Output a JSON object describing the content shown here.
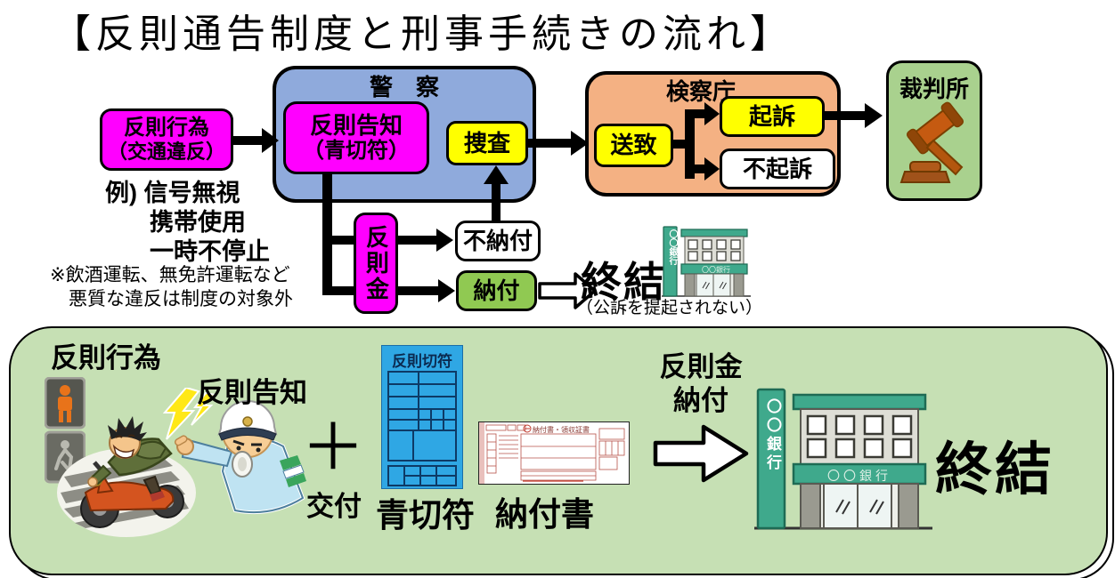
{
  "title": "【反則通告制度と刑事手続きの流れ】",
  "flow": {
    "violation": {
      "line1": "反則行為",
      "line2": "（交通違反）"
    },
    "police_group": "警　察",
    "notice": {
      "line1": "反則告知",
      "line2": "（青切符）"
    },
    "investigation": "捜査",
    "prosecutors_group": "検察庁",
    "send": "送致",
    "prosecute": "起訴",
    "not_prosecute": "不起訴",
    "court": "裁判所",
    "examples": [
      "例) 信号無視",
      "携帯使用",
      "一時不停止"
    ],
    "exclusion_note": [
      "※飲酒運転、無免許運転など",
      "悪質な違反は制度の対象外"
    ],
    "fine": "反則金",
    "nonpayment": "不納付",
    "payment": "納付",
    "conclusion": "終結",
    "conclusion_note": "（公訴を提起されない）",
    "bank_sign": "〇〇銀行",
    "bank_facade": "〇〇銀行"
  },
  "panel": {
    "violation_label": "反則行為",
    "notice_label": "反則告知",
    "plus": "＋",
    "issuance": "交付",
    "ticket_title": "反則切符",
    "blue_ticket_label": "青切符",
    "payment_slip_header": "納付書・領収証書",
    "payment_slip_label": "納付書",
    "fine_payment": [
      "反則金",
      "納付"
    ],
    "bank_sign": "〇〇銀行",
    "bank_facade": "〇〇銀行",
    "conclusion": "終結"
  },
  "colors": {
    "magenta": "#ff00ff",
    "yellow": "#ffff00",
    "police_blue": "#8faadc",
    "prosecutor_orange": "#f4b183",
    "court_green": "#a9d18e",
    "payment_green": "#90c952",
    "panel_green": "#c6e0b4",
    "ticket_blue": "#2fa7e4",
    "bank_teal": "#3fa98c",
    "arrow_black": "#000000"
  }
}
